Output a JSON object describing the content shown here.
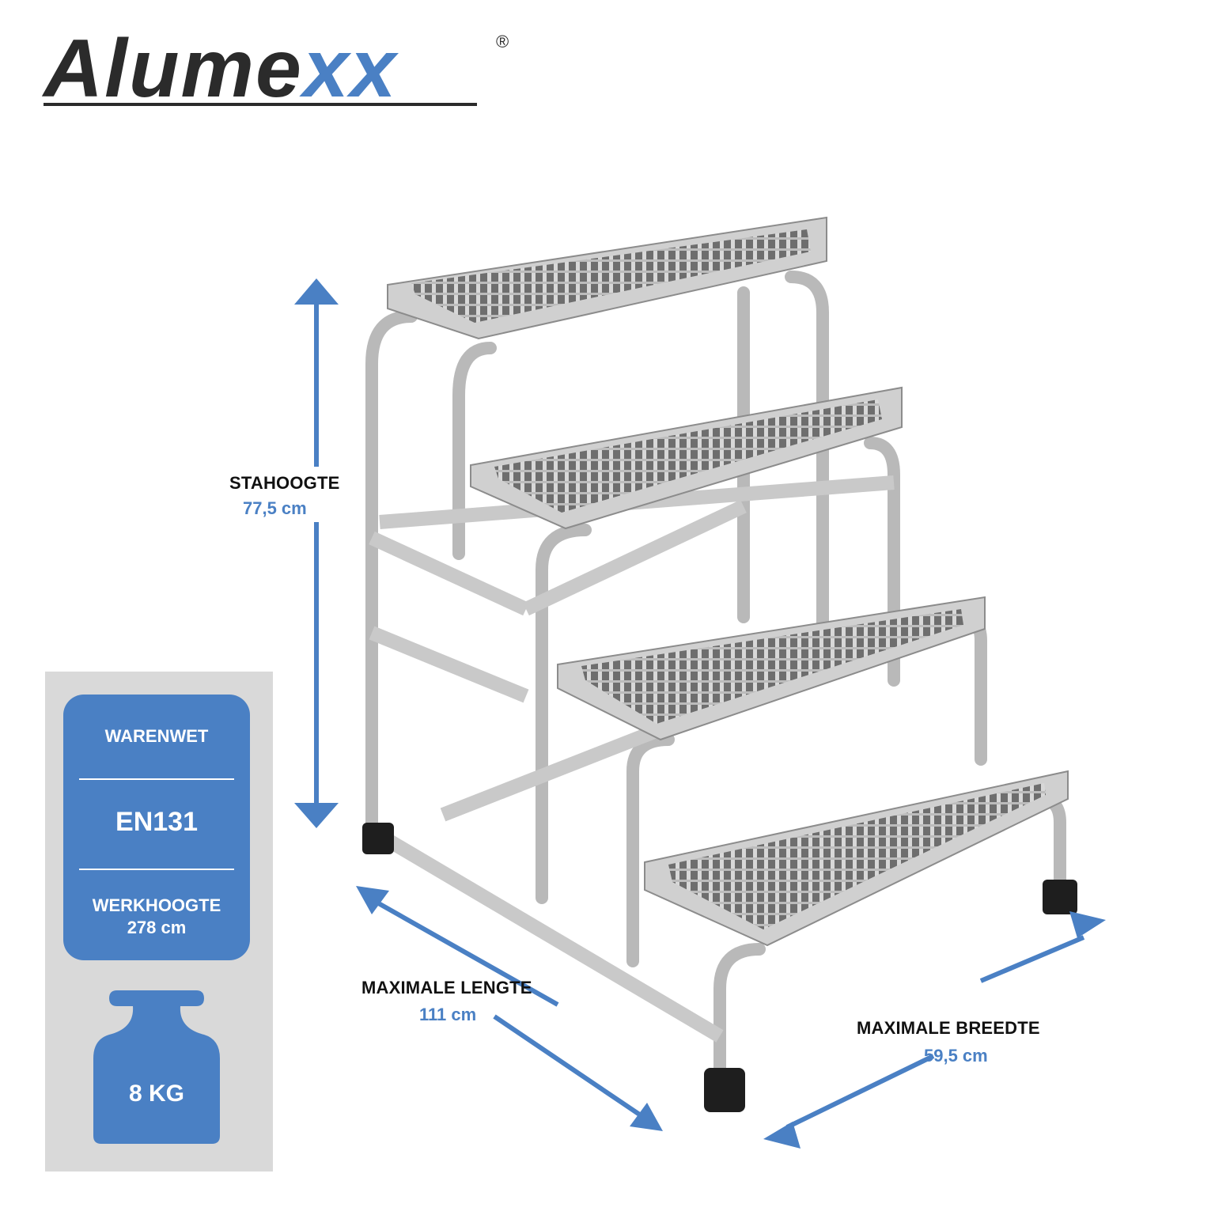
{
  "brand": {
    "name_prefix": "Alume",
    "name_suffix": "xx",
    "registered_mark": "®",
    "colors": {
      "dark": "#2b2b2b",
      "accent": "#4a80c4"
    }
  },
  "dimensions": {
    "height": {
      "title": "STAHOOGTE",
      "value": "77,5 cm"
    },
    "length": {
      "title": "MAXIMALE LENGTE",
      "value": "111 cm"
    },
    "width": {
      "title": "MAXIMALE BREEDTE",
      "value": "59,5 cm"
    },
    "arrow_color": "#4a80c4"
  },
  "info_panel": {
    "standard_1": "WARENWET",
    "standard_2": "EN131",
    "working_height_label": "WERKHOOGTE",
    "working_height_value": "278 cm",
    "weight": "8 KG",
    "icons": [
      "weight-icon"
    ]
  },
  "product": {
    "icons": [
      "aluminium-step-stand-4-steps"
    ]
  }
}
